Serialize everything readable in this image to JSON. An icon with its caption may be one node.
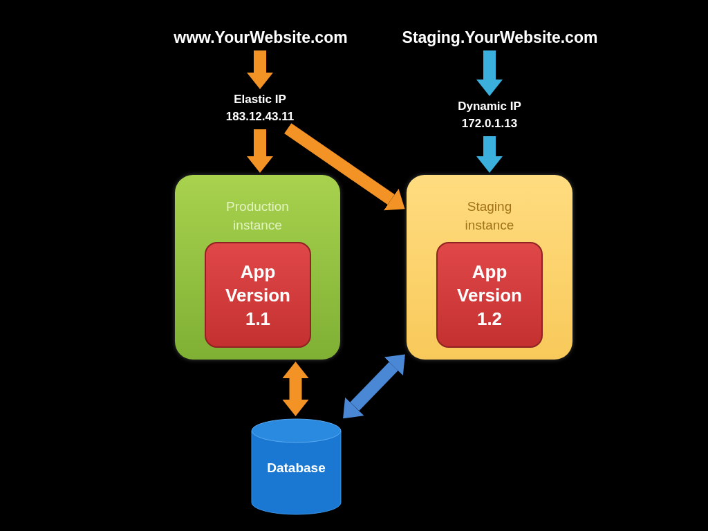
{
  "diagram": {
    "nodes": [
      {
        "text": [
          "www.YourWebsite.com"
        ]
      },
      {
        "text": [
          "Elastic IP 183.12.43.11"
        ]
      },
      {
        "text": [
          "Staging.YourWebsite.com"
        ]
      },
      {
        "text": [
          "Dynamic IP 172.0.1.13"
        ]
      },
      {
        "text": [
          "Production instance"
        ]
      },
      {
        "text": [
          "App Version 1.1"
        ],
        "in": 4
      },
      {
        "text": [
          "Staging instance"
        ]
      },
      {
        "text": [
          "App Version 1.2"
        ],
        "in": 6
      },
      {
        "text": [
          "Database"
        ]
      }
    ],
    "edges": [
      {
        "from": 0,
        "to": 1,
        "arrow": "to"
      },
      {
        "from": 1,
        "to": 4,
        "arrow": "to"
      },
      {
        "from": 1,
        "to": 6,
        "arrow": "to"
      },
      {
        "from": 2,
        "to": 3,
        "arrow": "to",
        "color": "#3bb0dc"
      },
      {
        "from": 3,
        "to": 6,
        "arrow": "to",
        "color": "#3bb0dc"
      },
      {
        "from": 4,
        "to": 8,
        "arrow": "both"
      },
      {
        "from": 8,
        "to": 6,
        "arrow": "both",
        "color": "#4a88d6"
      }
    ]
  }
}
